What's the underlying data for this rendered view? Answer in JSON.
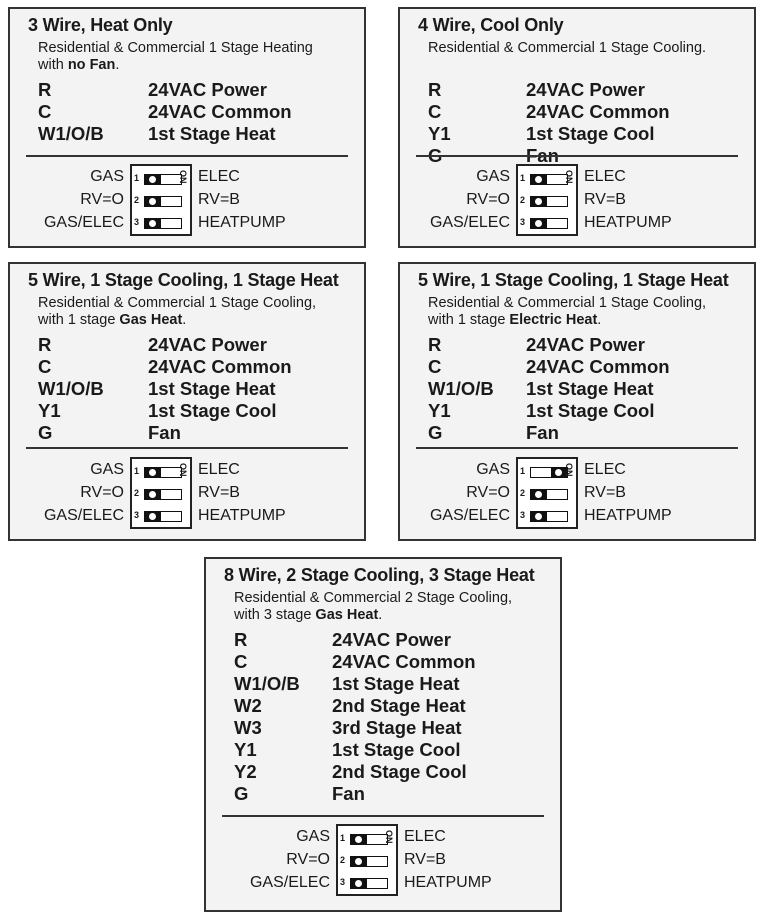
{
  "switch_labels": {
    "off": [
      "GAS",
      "RV=O",
      "GAS/ELEC"
    ],
    "on": [
      "ELEC",
      "RV=B",
      "HEATPUMP"
    ],
    "numbers": [
      "1",
      "2",
      "3"
    ],
    "on_text": "ON"
  },
  "panels": [
    {
      "title": "3 Wire, Heat Only",
      "desc_line1": "Residential & Commercial 1 Stage Heating",
      "desc_line2_pre": "with ",
      "desc_line2_bold": "no Fan",
      "desc_line2_post": ".",
      "wires": [
        {
          "term": "R",
          "func": "24VAC Power"
        },
        {
          "term": "C",
          "func": "24VAC Common"
        },
        {
          "term": "W1/O/B",
          "func": "1st Stage Heat"
        }
      ],
      "switch_states": [
        "off",
        "off",
        "off"
      ]
    },
    {
      "title": "4 Wire, Cool Only",
      "desc_line1": "Residential & Commercial 1 Stage Cooling.",
      "desc_line2_pre": "",
      "desc_line2_bold": "",
      "desc_line2_post": "",
      "wires": [
        {
          "term": "R",
          "func": "24VAC Power"
        },
        {
          "term": "C",
          "func": "24VAC Common"
        },
        {
          "term": "Y1",
          "func": "1st Stage Cool"
        },
        {
          "term": "G",
          "func": "Fan"
        }
      ],
      "switch_states": [
        "off",
        "off",
        "off"
      ]
    },
    {
      "title": "5 Wire, 1 Stage Cooling, 1 Stage Heat",
      "desc_line1": "Residential & Commercial 1 Stage Cooling,",
      "desc_line2_pre": "with 1 stage ",
      "desc_line2_bold": "Gas Heat",
      "desc_line2_post": ".",
      "wires": [
        {
          "term": "R",
          "func": "24VAC Power"
        },
        {
          "term": "C",
          "func": "24VAC Common"
        },
        {
          "term": "W1/O/B",
          "func": "1st Stage Heat"
        },
        {
          "term": "Y1",
          "func": "1st Stage Cool"
        },
        {
          "term": "G",
          "func": "Fan"
        }
      ],
      "switch_states": [
        "off",
        "off",
        "off"
      ]
    },
    {
      "title": "5 Wire, 1 Stage Cooling, 1 Stage Heat",
      "desc_line1": "Residential & Commercial 1 Stage Cooling,",
      "desc_line2_pre": "with 1 stage ",
      "desc_line2_bold": "Electric Heat",
      "desc_line2_post": ".",
      "wires": [
        {
          "term": "R",
          "func": "24VAC Power"
        },
        {
          "term": "C",
          "func": "24VAC Common"
        },
        {
          "term": "W1/O/B",
          "func": "1st Stage Heat"
        },
        {
          "term": "Y1",
          "func": "1st Stage Cool"
        },
        {
          "term": "G",
          "func": "Fan"
        }
      ],
      "switch_states": [
        "on",
        "off",
        "off"
      ]
    },
    {
      "title": "8 Wire, 2 Stage Cooling, 3 Stage Heat",
      "desc_line1": "Residential & Commercial 2 Stage Cooling,",
      "desc_line2_pre": "with 3 stage ",
      "desc_line2_bold": "Gas Heat",
      "desc_line2_post": ".",
      "wires": [
        {
          "term": "R",
          "func": "24VAC Power"
        },
        {
          "term": "C",
          "func": "24VAC Common"
        },
        {
          "term": "W1/O/B",
          "func": "1st Stage Heat"
        },
        {
          "term": "W2",
          "func": "2nd Stage Heat"
        },
        {
          "term": "W3",
          "func": "3rd Stage Heat"
        },
        {
          "term": "Y1",
          "func": "1st Stage Cool"
        },
        {
          "term": "Y2",
          "func": "2nd Stage Cool"
        },
        {
          "term": "G",
          "func": "Fan"
        }
      ],
      "switch_states": [
        "off",
        "off",
        "off"
      ]
    }
  ]
}
